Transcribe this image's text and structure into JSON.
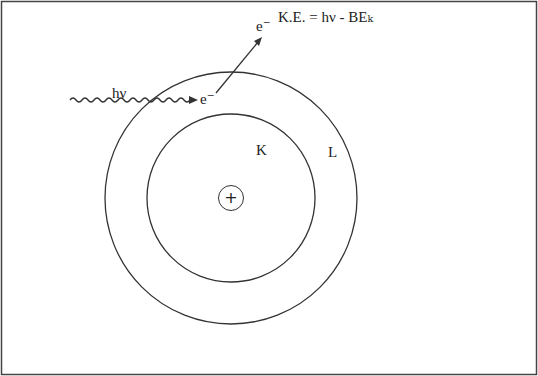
{
  "diagram": {
    "nodes": [
      {
        "text": [
          "+"
        ]
      }
    ],
    "labels": [
      "hν",
      "e⁻",
      "e⁻",
      "K.E. = hν - BEₖ",
      "K",
      "L"
    ]
  }
}
